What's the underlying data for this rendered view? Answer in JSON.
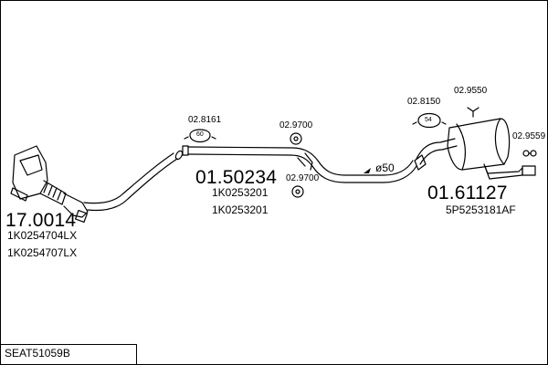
{
  "diagram_code": "SEAT51059B",
  "parts": {
    "front_pipe": {
      "number": "17.0014",
      "refs": [
        "1K0254704LX",
        "1K0254707LX"
      ]
    },
    "middle_pipe": {
      "number": "01.50234",
      "refs": [
        "1K0253201",
        "1K0253201"
      ]
    },
    "rear_silencer": {
      "number": "01.61127",
      "refs": [
        "5P5253181AF"
      ]
    }
  },
  "accessories": {
    "clamp_front": {
      "number": "02.8161",
      "marking": "60"
    },
    "hanger_mid_top": {
      "number": "02.9700"
    },
    "hanger_mid_bottom": {
      "number": "02.9700"
    },
    "clamp_rear": {
      "number": "02.8150",
      "marking": "54"
    },
    "hanger_rear_top": {
      "number": "02.9550"
    },
    "hanger_tail": {
      "number": "02.9559"
    }
  },
  "dimension_label": "ø50"
}
